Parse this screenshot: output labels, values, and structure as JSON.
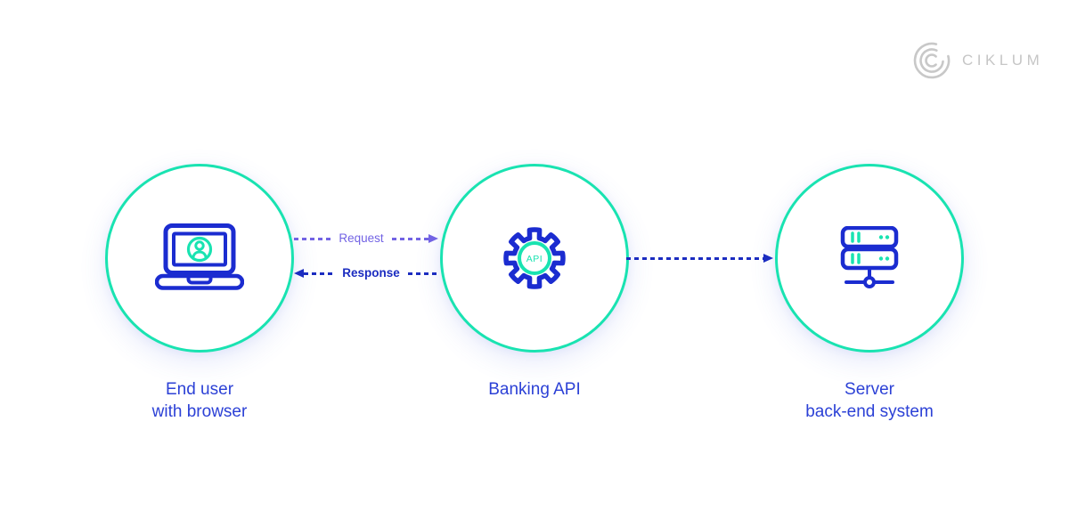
{
  "brand": {
    "name": "CIKLUM"
  },
  "diagram": {
    "nodes": [
      {
        "id": "end-user",
        "icon": "laptop-user-icon",
        "label_line1": "End user",
        "label_line2": "with browser"
      },
      {
        "id": "banking-api",
        "icon": "api-gear-icon",
        "icon_label": "API",
        "label_line1": "Banking API",
        "label_line2": ""
      },
      {
        "id": "server",
        "icon": "server-icon",
        "label_line1": "Server",
        "label_line2": "back-end system"
      }
    ],
    "connectors": [
      {
        "id": "request",
        "label": "Request",
        "direction": "right",
        "from": "end-user",
        "to": "banking-api"
      },
      {
        "id": "response",
        "label": "Response",
        "direction": "left",
        "from": "banking-api",
        "to": "end-user"
      },
      {
        "id": "api-to-server",
        "label": "",
        "direction": "right",
        "from": "banking-api",
        "to": "server"
      }
    ]
  },
  "colors": {
    "circle_teal": "#19e3b1",
    "icon_blue": "#1b2cd0",
    "label_blue": "#2c41d6",
    "request_purple": "#7263e4",
    "response_blue": "#1b2cc0",
    "logo_gray": "#c6c6c6",
    "background": "#ffffff"
  }
}
